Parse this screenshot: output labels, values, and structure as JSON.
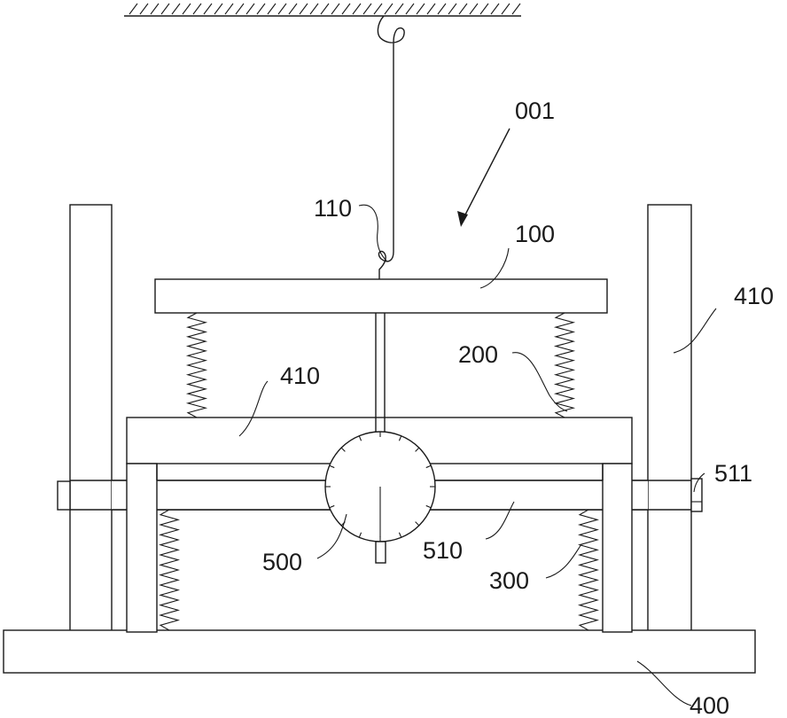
{
  "labels": {
    "assembly": "001",
    "hook": "110",
    "top_plate": "100",
    "upper_spring": "200",
    "pillar_right": "410",
    "pillar_left": "410",
    "lower_spring": "300",
    "dial": "500",
    "rod": "510",
    "stop_block": "511",
    "base": "400"
  }
}
